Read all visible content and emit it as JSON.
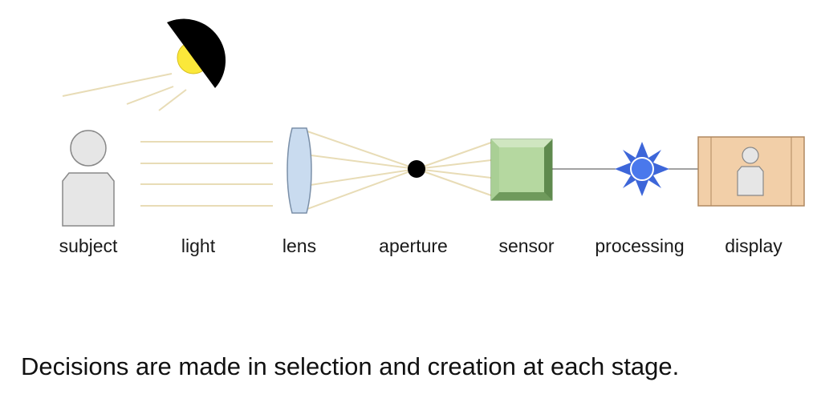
{
  "stages": [
    {
      "id": "subject",
      "label": "subject"
    },
    {
      "id": "light",
      "label": "light"
    },
    {
      "id": "lens",
      "label": "lens"
    },
    {
      "id": "aperture",
      "label": "aperture"
    },
    {
      "id": "sensor",
      "label": "sensor"
    },
    {
      "id": "processing",
      "label": "processing"
    },
    {
      "id": "display",
      "label": "display"
    }
  ],
  "caption": "Decisions are made in selection and creation at each stage.",
  "colors": {
    "person_fill": "#e6e6e6",
    "person_stroke": "#888888",
    "light_rays": "#e8dcb6",
    "lens_fill": "#c9dbef",
    "lens_stroke": "#7a8fa8",
    "aperture": "#000000",
    "sensor_face": "#b5d8a0",
    "sensor_bevel": "#8fb87a",
    "sensor_dark": "#5f8a4e",
    "processing_star": "#3d66d9",
    "display_fill": "#f2cfa8",
    "display_stroke": "#b08860",
    "sun": "#fbe83a",
    "connector": "#444444"
  }
}
